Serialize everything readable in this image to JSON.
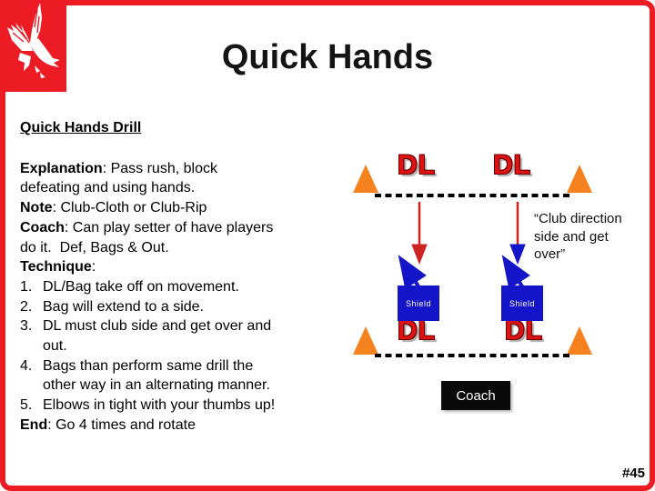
{
  "slide": {
    "title": "Quick Hands",
    "page_number": "#45"
  },
  "content": {
    "heading": "Quick Hands Drill",
    "lines": [
      {
        "bold": "Explanation",
        "text": ": Pass rush, block"
      },
      {
        "text": "defeating and using hands."
      },
      {
        "bold": "Note",
        "text": ": Club-Cloth or Club-Rip"
      },
      {
        "bold": "Coach",
        "text": ": Can play setter of have players"
      },
      {
        "text": "do it.  Def, Bags & Out."
      },
      {
        "bold": "Technique",
        "text": ":"
      },
      {
        "num": "1.",
        "text": "DL/Bag take off on movement."
      },
      {
        "num": "2.",
        "text": "Bag will extend to a side."
      },
      {
        "num": "3.",
        "text": "DL must club side and get over and"
      },
      {
        "indent": true,
        "text": "out."
      },
      {
        "num": "4.",
        "text": "Bags than perform same drill the"
      },
      {
        "indent": true,
        "text": "other way in an alternating manner."
      },
      {
        "num": "5.",
        "text": "Elbows in tight with your thumbs up!"
      },
      {
        "bold": "End",
        "text": ": Go 4 times and rotate"
      }
    ]
  },
  "diagram": {
    "dl_label": "DL",
    "shield_label": "Shield",
    "coach_label": "Coach",
    "quote": "“Club direction side and get over”",
    "colors": {
      "border_red": "#ED1C24",
      "cone_orange": "#F5821F",
      "dl_red": "#DE1212",
      "arrow_red": "#CC2222",
      "shield_blue": "#1414C8",
      "coach_black": "#0A0A0A"
    }
  },
  "icons": {
    "logo": "diving-hawk-logo",
    "cones": "orange-cone-triangles",
    "red_arrows": "downward-rush-arrows",
    "blue_arrows": "shield-club-arrows"
  }
}
